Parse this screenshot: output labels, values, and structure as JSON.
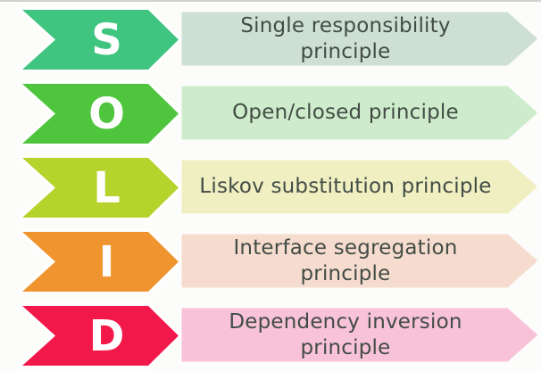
{
  "page": {
    "title": "SOLID principles diagram",
    "background": "#fcfcfb",
    "top_border_color": "#c6c6c6",
    "text_color": "#424c45",
    "letter_color": "#ffffff"
  },
  "rows": [
    {
      "id": "single-responsibility",
      "letter": "S",
      "label": "Single responsibility\nprinciple",
      "arrow_color": "#3fc57f",
      "band_color": "#cee0d4"
    },
    {
      "id": "open-closed",
      "letter": "O",
      "label": "Open/closed principle",
      "arrow_color": "#4ec53c",
      "band_color": "#ceeccb"
    },
    {
      "id": "liskov-substitution",
      "letter": "L",
      "label": "Liskov substitution principle",
      "arrow_color": "#b6d32c",
      "band_color": "#f0efc2"
    },
    {
      "id": "interface-segregation",
      "letter": "I",
      "label": "Interface segregation\nprinciple",
      "arrow_color": "#f0942f",
      "band_color": "#f6dcce"
    },
    {
      "id": "dependency-inversion",
      "letter": "D",
      "label": "Dependency inversion\nprinciple",
      "arrow_color": "#f2194a",
      "band_color": "#f8c2d8"
    }
  ]
}
